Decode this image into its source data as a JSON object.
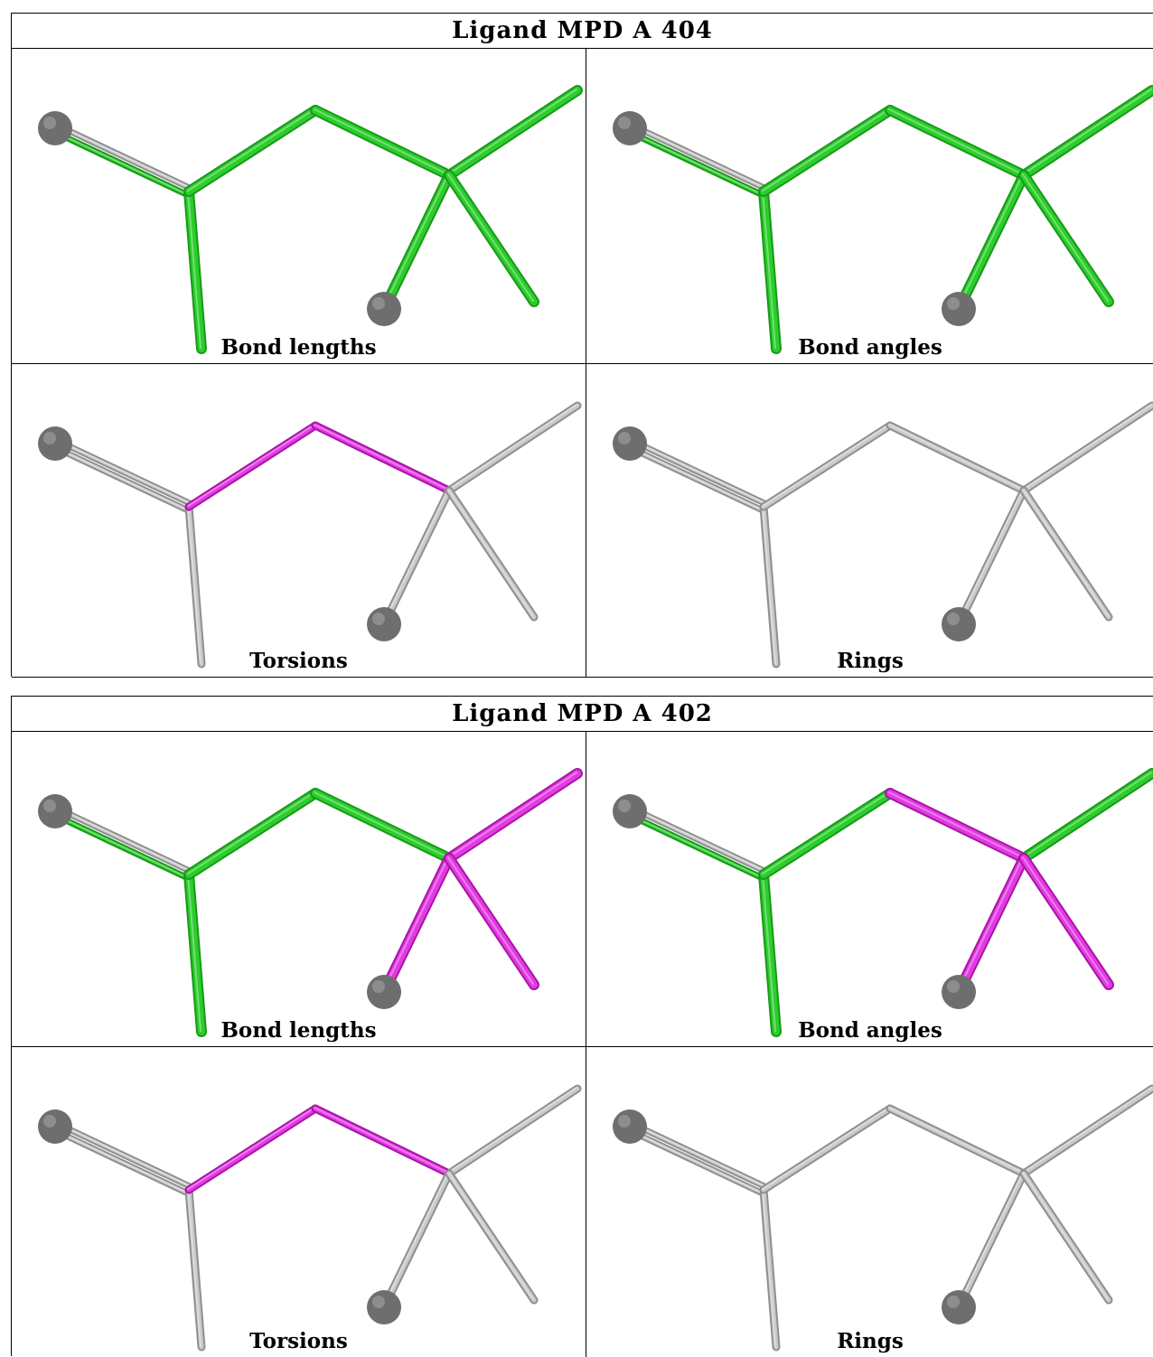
{
  "ligands": [
    {
      "title": "Ligand MPD A 404",
      "panels": [
        {
          "label": "Bond lengths",
          "bonds": [
            "green",
            "green",
            "green",
            "green",
            "green",
            "green"
          ],
          "double_bond": "green"
        },
        {
          "label": "Bond angles",
          "bonds": [
            "green",
            "green",
            "green",
            "green",
            "green",
            "green"
          ],
          "double_bond": "green"
        },
        {
          "label": "Torsions",
          "bonds": [
            "gray",
            "magenta",
            "magenta",
            "gray",
            "gray",
            "gray"
          ],
          "double_bond": "gray"
        },
        {
          "label": "Rings",
          "bonds": [
            "gray",
            "gray",
            "gray",
            "gray",
            "gray",
            "gray"
          ],
          "double_bond": "gray"
        }
      ]
    },
    {
      "title": "Ligand MPD A 402",
      "panels": [
        {
          "label": "Bond lengths",
          "bonds": [
            "green",
            "green",
            "green",
            "magenta",
            "magenta",
            "magenta"
          ],
          "double_bond": "green"
        },
        {
          "label": "Bond angles",
          "bonds": [
            "green",
            "green",
            "magenta",
            "green",
            "magenta",
            "magenta"
          ],
          "double_bond": "green"
        },
        {
          "label": "Torsions",
          "bonds": [
            "gray",
            "magenta",
            "magenta",
            "gray",
            "gray",
            "gray"
          ],
          "double_bond": "gray"
        },
        {
          "label": "Rings",
          "bonds": [
            "gray",
            "gray",
            "gray",
            "gray",
            "gray",
            "gray"
          ],
          "double_bond": "gray"
        }
      ]
    }
  ],
  "colors": {
    "green": "#2ccd2c",
    "green_dark": "#179a17",
    "magenta": "#e23be2",
    "magenta_dark": "#a814a8",
    "gray": "#c9c9c9",
    "gray_dark": "#8f8f8f",
    "atom": "#6e6e6e"
  }
}
